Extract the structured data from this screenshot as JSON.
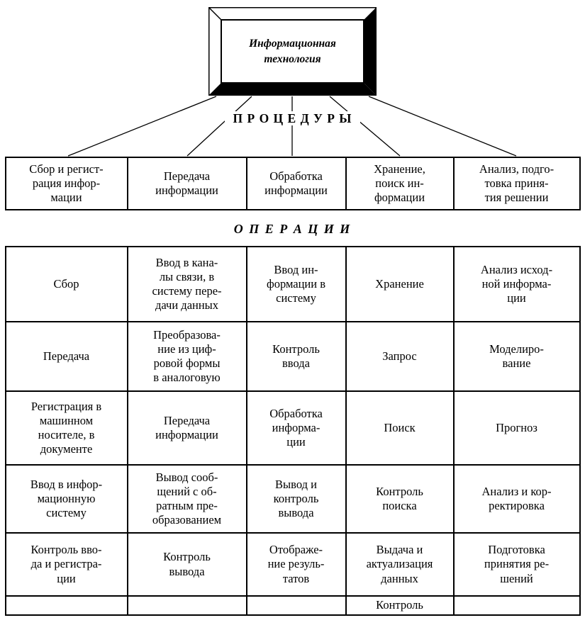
{
  "title_box": {
    "text": "Информационная\nтехнология"
  },
  "procedures": {
    "label": "П Р О Ц Е Д У Р Ы",
    "cells": [
      "Сбор и регист-\nрация инфор-\nмации",
      "Передача\nинформации",
      "Обработка\nинформации",
      "Хранение,\nпоиск ин-\nформации",
      "Анализ, подго-\nтовка приня-\nтия решении"
    ]
  },
  "operations": {
    "label": "О П Е Р А Ц И И",
    "rows": [
      [
        "Сбор",
        "Ввод в кана-\nлы связи, в\nсистему пере-\nдачи данных",
        "Ввод ин-\nформации в\nсистему",
        "Хранение",
        "Анализ исход-\nной информа-\nции"
      ],
      [
        "Передача",
        "Преобразова-\nние из циф-\nровой формы\nв аналоговую",
        "Контроль\nввода",
        "Запрос",
        "Моделиро-\nвание"
      ],
      [
        "Регистрация в\nмашинном\nносителе, в\nдокументе",
        "Передача\nинформации",
        "Обработка\nинформа-\nции",
        "Поиск",
        "Прогноз"
      ],
      [
        "Ввод в инфор-\nмационную\nсистему",
        "Вывод сооб-\nщений с об-\nратным пре-\nобразованием",
        "Вывод и\nконтроль\nвывода",
        "Контроль\nпоиска",
        "Анализ и кор-\nректировка"
      ],
      [
        "Контроль вво-\nда и регистра-\nции",
        "Контроль\nвывода",
        "Отображе-\nние резуль-\nтатов",
        "Выдача и\nактуализация\nданных",
        "Подготовка\nпринятия ре-\nшений"
      ],
      [
        "",
        "",
        "",
        "Контроль",
        ""
      ]
    ]
  }
}
